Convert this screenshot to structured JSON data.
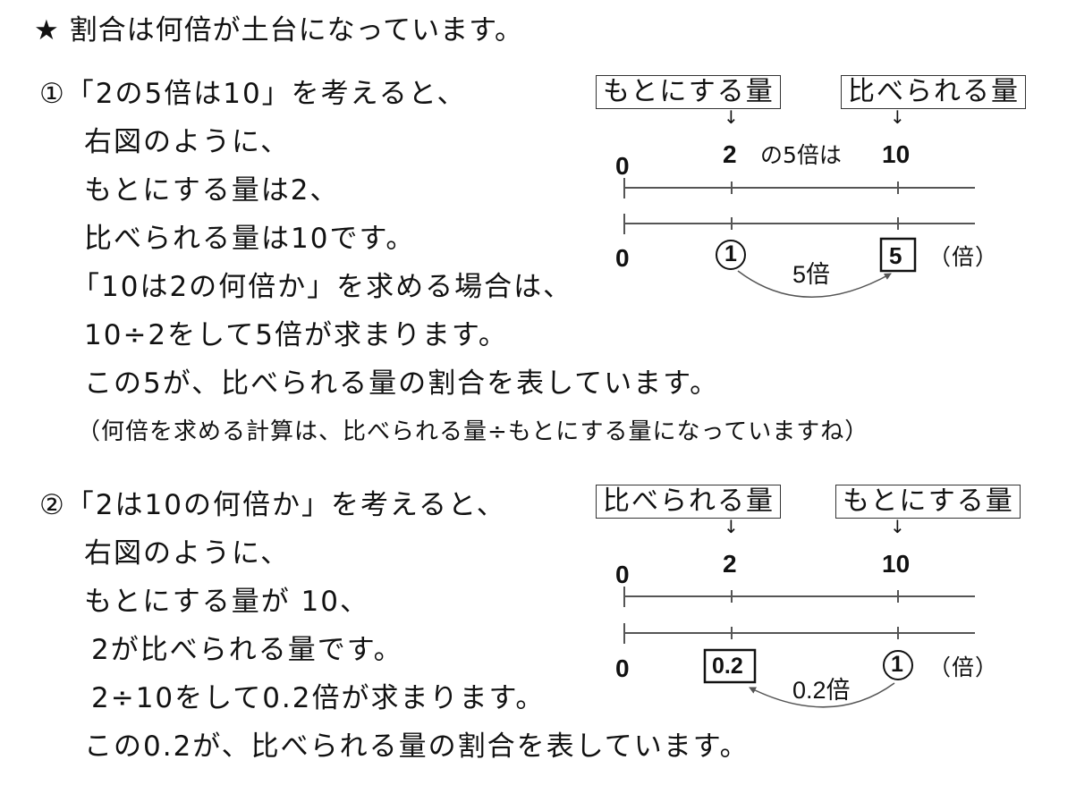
{
  "heading": "★ 割合は何倍が土台になっています。",
  "section1": {
    "lines": [
      "①「2の5倍は10」を考えると、",
      "右図のように、",
      "もとにする量は2、",
      "比べられる量は10です。",
      "「10は2の何倍か」を求める場合は、",
      "10÷2をして5倍が求まります。",
      "この5が、比べられる量の割合を表しています。"
    ],
    "note": "（何倍を求める計算は、比べられる量÷もとにする量になっていますね）",
    "diagram": {
      "label_left": "もとにする量",
      "label_right": "比べられる量",
      "arrow_glyph": "↓",
      "top_zero": "0",
      "top_base": "2",
      "top_mid_text": "の5倍は",
      "top_compared": "10",
      "bottom_zero": "0",
      "bottom_base": "1",
      "bottom_compared": "5",
      "unit": "（倍）",
      "arc_label": "5倍"
    }
  },
  "section2": {
    "lines": [
      "②「2は10の何倍か」を考えると、",
      "右図のように、",
      "もとにする量が 10、",
      "2が比べられる量です。",
      "2÷10をして0.2倍が求まります。",
      "この0.2が、比べられる量の割合を表しています。"
    ],
    "diagram": {
      "label_left": "比べられる量",
      "label_right": "もとにする量",
      "arrow_glyph": "↓",
      "top_zero": "0",
      "top_compared": "2",
      "top_base": "10",
      "bottom_zero": "0",
      "bottom_compared": "0.2",
      "bottom_base": "1",
      "unit": "（倍）",
      "arc_label": "0.2倍"
    }
  },
  "colors": {
    "text": "#111111",
    "line": "#555555",
    "frame": "#333333"
  }
}
